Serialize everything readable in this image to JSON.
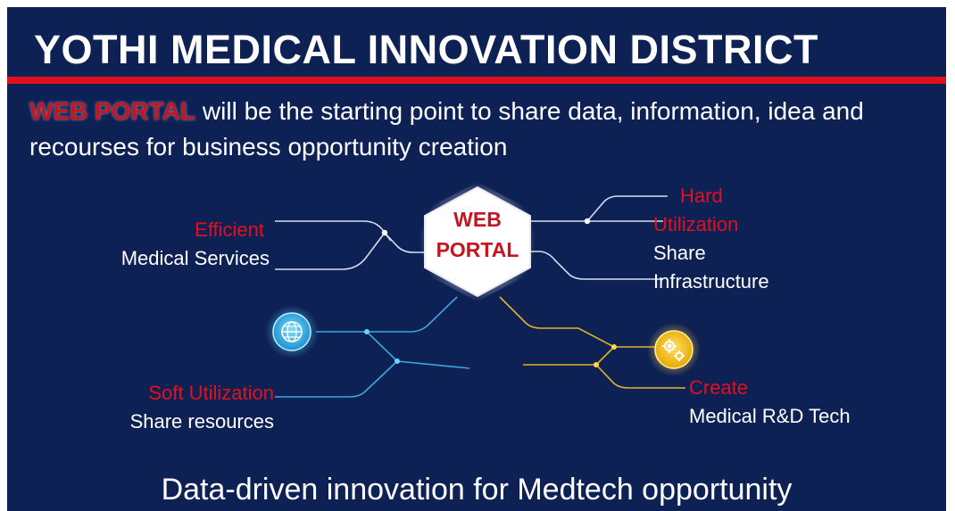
{
  "header": {
    "title": "YOTHI MEDICAL INNOVATION DISTRICT"
  },
  "intro": {
    "highlight": "WEB PORTAL",
    "text": " will be the starting point to share data, information, idea and recourses for business opportunity creation"
  },
  "hub": {
    "line1": "WEB",
    "line2": "PORTAL"
  },
  "branches": {
    "efficient": {
      "title": "Efficient",
      "subtitle": "Medical Services"
    },
    "hard": {
      "title1": "Hard",
      "title2": "Utilization",
      "subtitle1": "Share",
      "subtitle2": "Infrastructure"
    },
    "soft": {
      "title": "Soft Utilization",
      "subtitle": "Share resources",
      "icon": "globe-icon"
    },
    "create": {
      "title": "Create",
      "subtitle": "Medical R&D Tech",
      "icon": "gears-icon"
    }
  },
  "footer": {
    "text": "Data-driven innovation for Medtech opportunity"
  },
  "colors": {
    "background": "#0e2154",
    "accent_red": "#e3101c",
    "line_white": "#d8def0",
    "line_blue": "#3aa8e0",
    "line_gold": "#e6b422"
  }
}
